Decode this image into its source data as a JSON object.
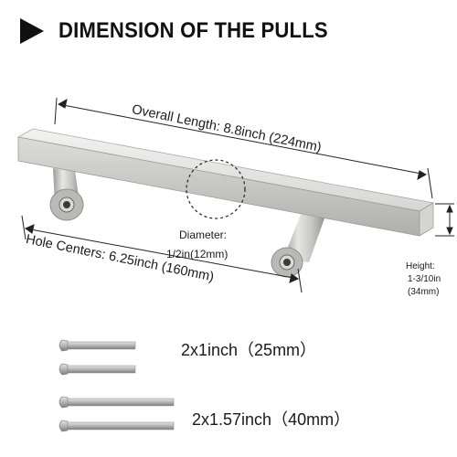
{
  "title": "DIMENSION OF THE PULLS",
  "dimensions": {
    "overall_length": "Overall Length: 8.8inch (224mm)",
    "hole_centers": "Hole Centers: 6.25inch (160mm)",
    "diameter_label": "Diameter:",
    "diameter_value": "1/2in(12mm)",
    "height_label": "Height:",
    "height_value": "1-3/10in",
    "height_mm": "(34mm)"
  },
  "screws": [
    {
      "label": "2x1inch（25mm）"
    },
    {
      "label": "2x1.57inch（40mm）"
    }
  ],
  "colors": {
    "steel_light": "#e8e8e6",
    "steel_mid": "#c9c9c6",
    "steel_dark": "#9a9a97",
    "ink": "#111111"
  }
}
